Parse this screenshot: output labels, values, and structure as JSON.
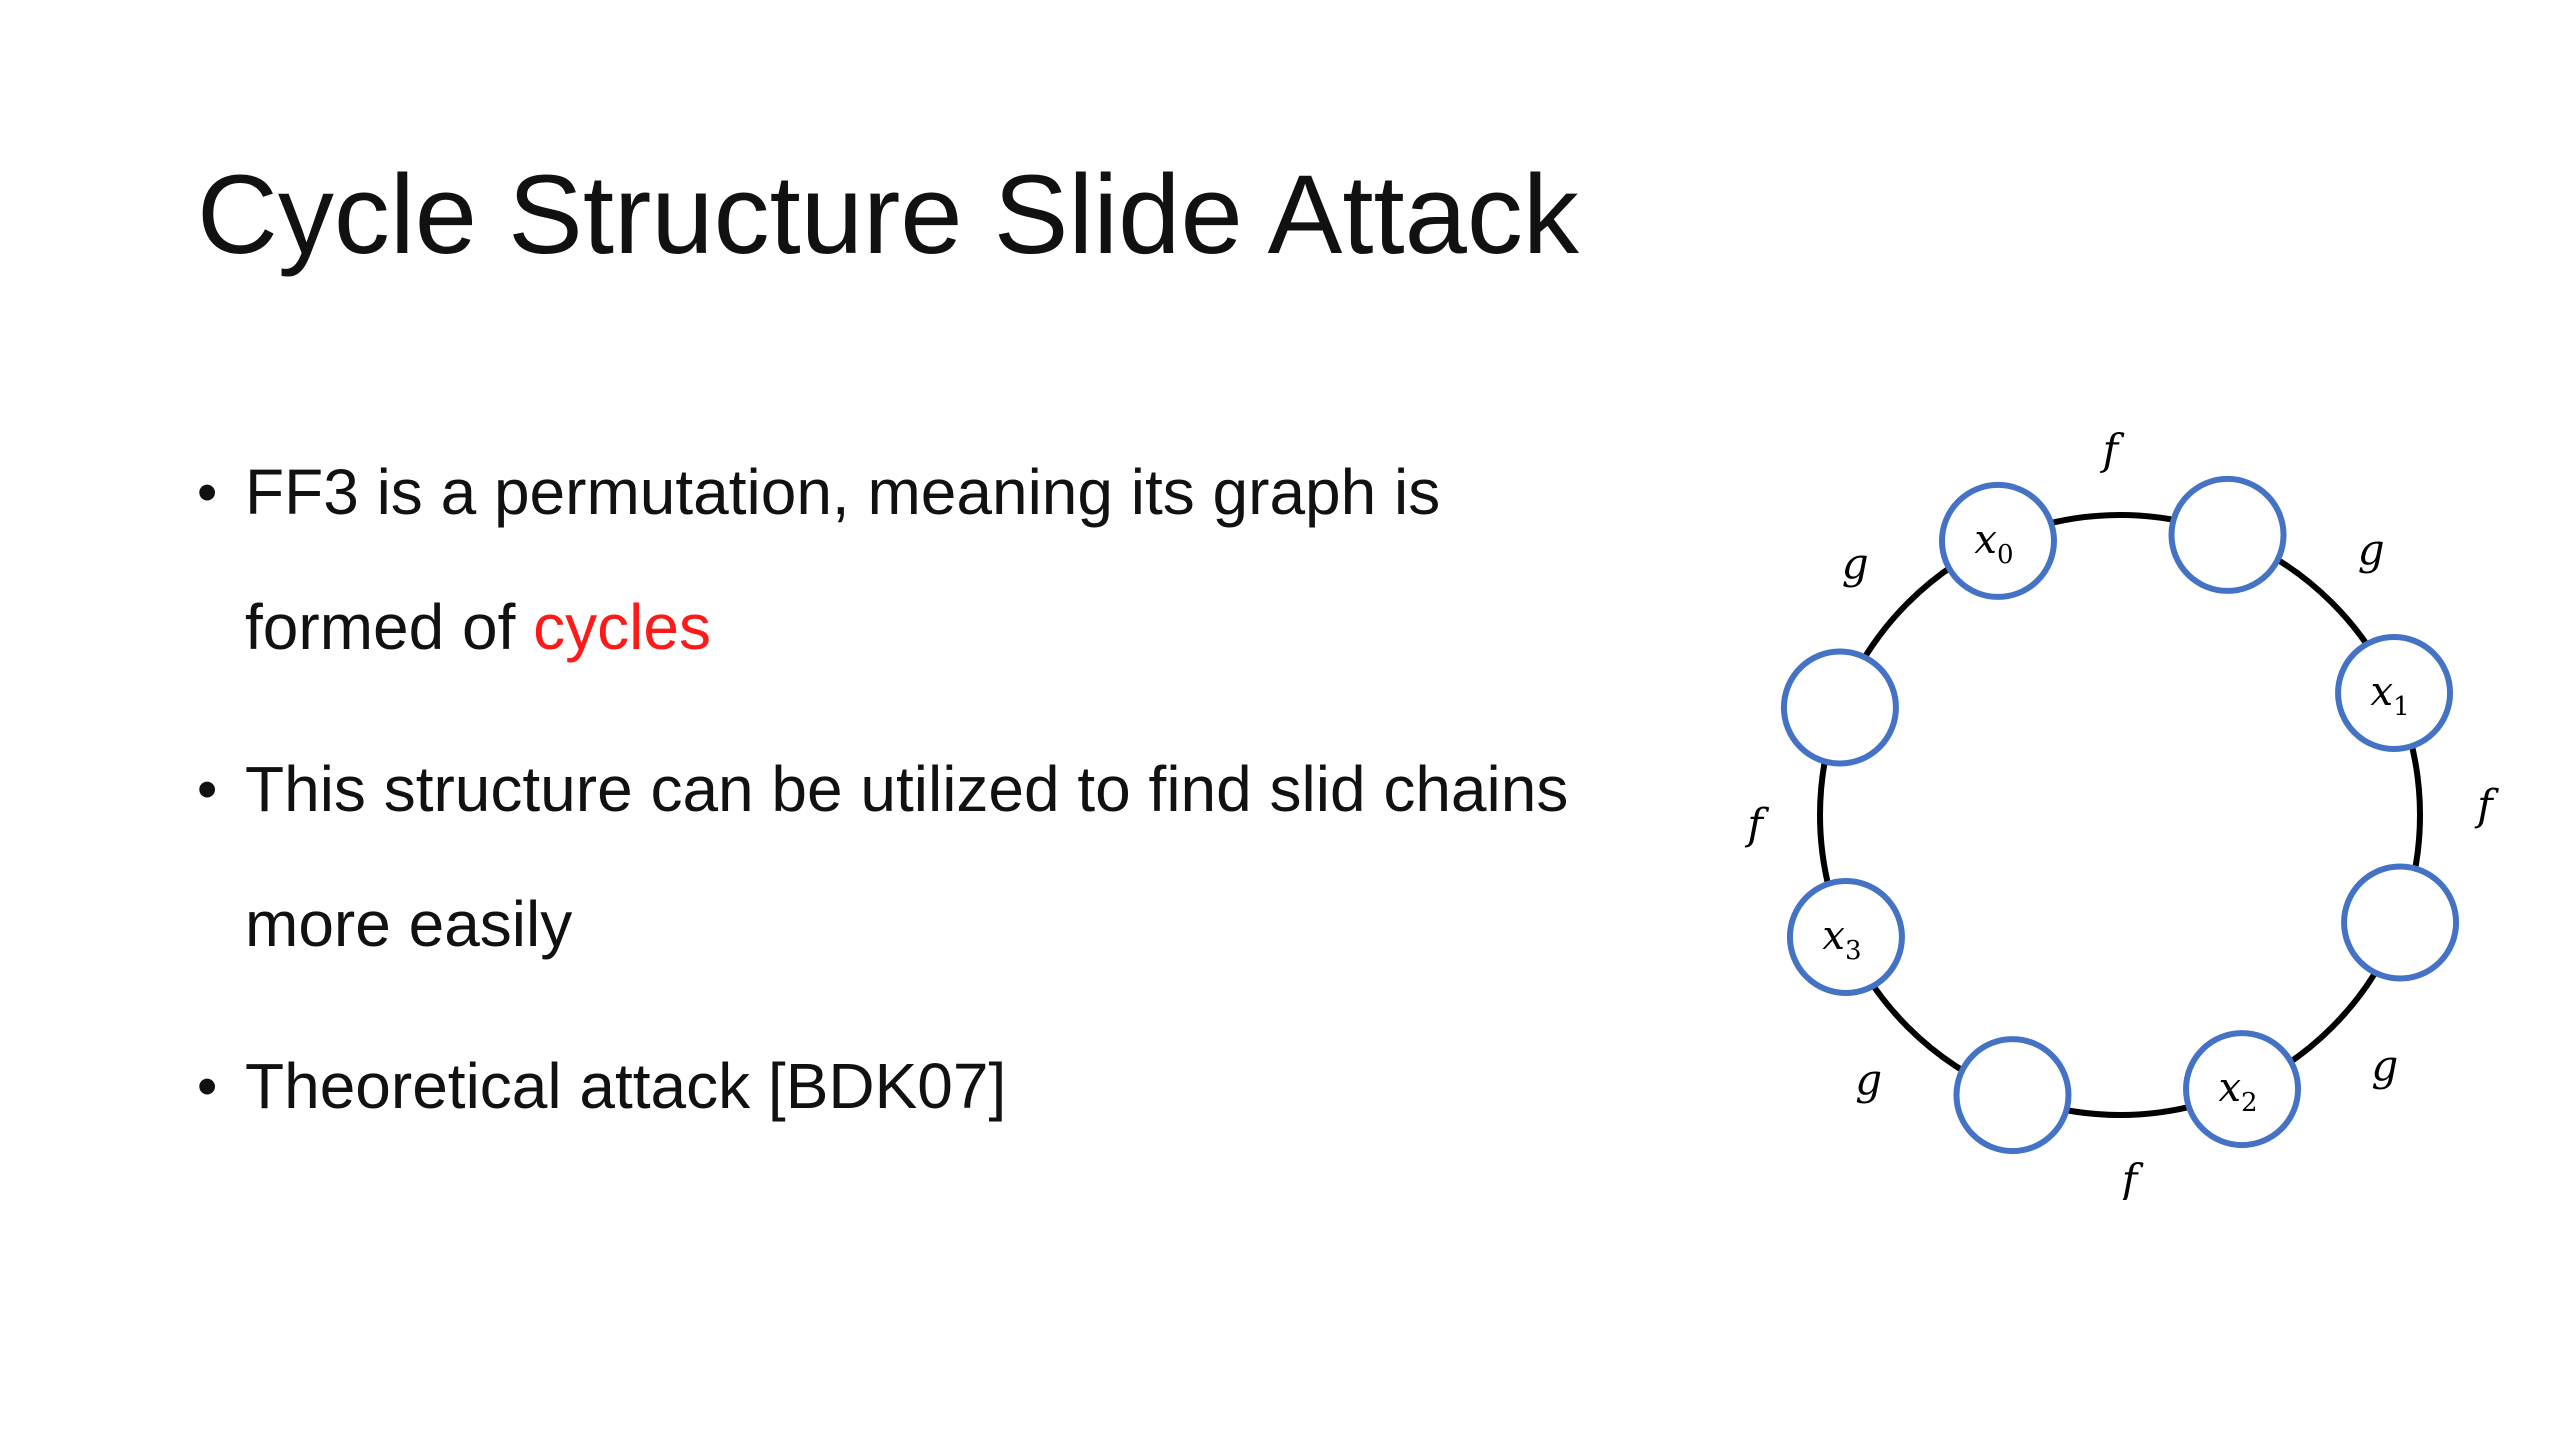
{
  "slide": {
    "title": "Cycle Structure Slide Attack",
    "bullet_marker": "•",
    "bullets": [
      {
        "text_before": "FF3 is a permutation, meaning its graph is",
        "line2_before": "formed of ",
        "highlight": "cycles"
      },
      {
        "line1": "This structure can be utilized to find slid chains",
        "line2": "more easily"
      },
      {
        "line1": "Theoretical attack [BDK07]"
      }
    ]
  },
  "diagram": {
    "colors": {
      "node_stroke": "#4472c4",
      "cycle_stroke": "#000000",
      "highlight": "#ff1a1a"
    },
    "nodes": [
      {
        "label_base": "x",
        "label_sub": "0"
      },
      {
        "label_base": "",
        "label_sub": ""
      },
      {
        "label_base": "x",
        "label_sub": "1"
      },
      {
        "label_base": "",
        "label_sub": ""
      },
      {
        "label_base": "x",
        "label_sub": "2"
      },
      {
        "label_base": "",
        "label_sub": ""
      },
      {
        "label_base": "x",
        "label_sub": "3"
      },
      {
        "label_base": "",
        "label_sub": ""
      }
    ],
    "edge_labels": [
      "f",
      "g",
      "f",
      "g",
      "f",
      "g",
      "f",
      "g"
    ]
  }
}
